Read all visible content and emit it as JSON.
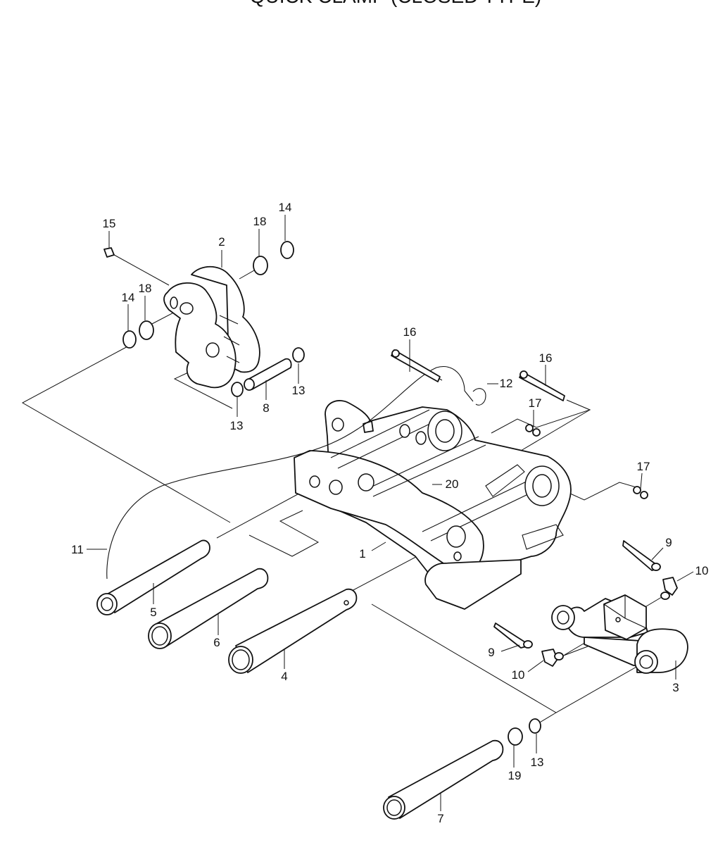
{
  "title": "QUICK CLAMP (CLOSED TYPE)",
  "callouts": [
    "1",
    "2",
    "3",
    "4",
    "5",
    "6",
    "7",
    "8",
    "9",
    "9",
    "10",
    "10",
    "11",
    "12",
    "13",
    "13",
    "13",
    "14",
    "14",
    "15",
    "16",
    "16",
    "17",
    "17",
    "18",
    "18",
    "19",
    "20"
  ]
}
